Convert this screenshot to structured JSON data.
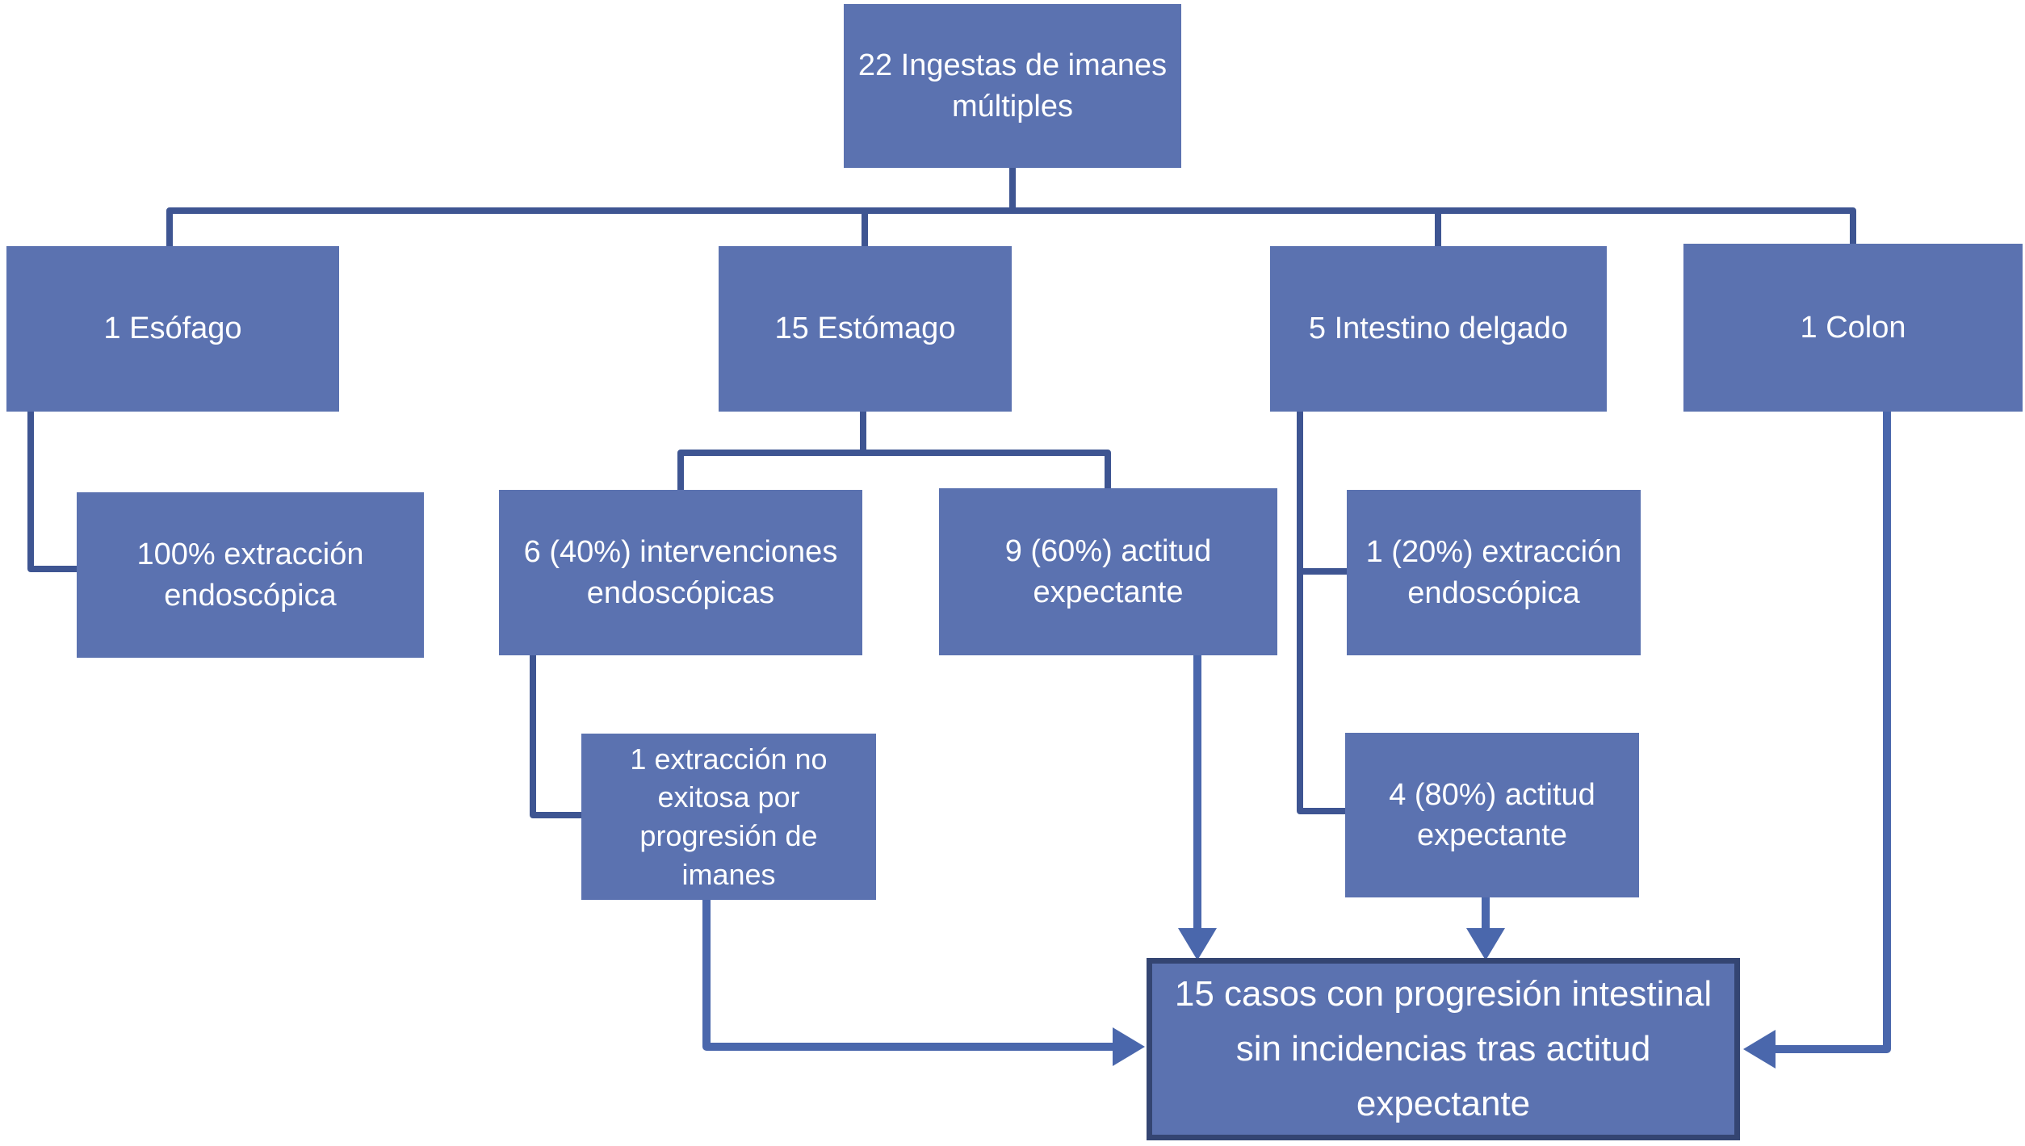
{
  "figure": {
    "type": "flowchart",
    "background": "#FFFFFF",
    "colors": {
      "node_fill": "#5B72B0",
      "node_text": "#FFFFFF",
      "connector_line": "#3E5592",
      "arrow_line": "#4A67AC",
      "final_node_border": "#344572"
    },
    "nodes": {
      "root": {
        "label": "22 Ingestas de imanes múltiples"
      },
      "esophagus": {
        "label": "1 Esófago"
      },
      "stomach": {
        "label": "15 Estómago"
      },
      "small_intestine": {
        "label": "5 Intestino delgado"
      },
      "colon": {
        "label": "1 Colon"
      },
      "esophagus_extraction": {
        "label": "100% extracción endoscópica"
      },
      "stomach_interventions": {
        "label": "6 (40%) intervenciones endoscópicas"
      },
      "stomach_expectant": {
        "label": "9 (60%) actitud expectante"
      },
      "intestine_extraction": {
        "label": "1 (20%) extracción endoscópica"
      },
      "failed_extraction": {
        "label": "1 extracción no exitosa por progresión de imanes"
      },
      "intestine_expectant": {
        "label": "4 (80%) actitud expectante"
      },
      "final": {
        "label": "15 casos con progresión intestinal sin incidencias tras actitud expectante"
      }
    },
    "edges": [
      {
        "from": "root",
        "to": "esophagus",
        "style": "tree-line"
      },
      {
        "from": "root",
        "to": "stomach",
        "style": "tree-line"
      },
      {
        "from": "root",
        "to": "small_intestine",
        "style": "tree-line"
      },
      {
        "from": "root",
        "to": "colon",
        "style": "tree-line"
      },
      {
        "from": "esophagus",
        "to": "esophagus_extraction",
        "style": "elbow-line"
      },
      {
        "from": "stomach",
        "to": "stomach_interventions",
        "style": "tree-line"
      },
      {
        "from": "stomach",
        "to": "stomach_expectant",
        "style": "tree-line"
      },
      {
        "from": "stomach_interventions",
        "to": "failed_extraction",
        "style": "elbow-line"
      },
      {
        "from": "small_intestine",
        "to": "intestine_extraction",
        "style": "elbow-line"
      },
      {
        "from": "small_intestine",
        "to": "intestine_expectant",
        "style": "elbow-line"
      },
      {
        "from": "stomach_expectant",
        "to": "final",
        "style": "arrow"
      },
      {
        "from": "intestine_expectant",
        "to": "final",
        "style": "arrow"
      },
      {
        "from": "failed_extraction",
        "to": "final",
        "style": "arrow"
      },
      {
        "from": "colon",
        "to": "final",
        "style": "arrow"
      }
    ]
  }
}
